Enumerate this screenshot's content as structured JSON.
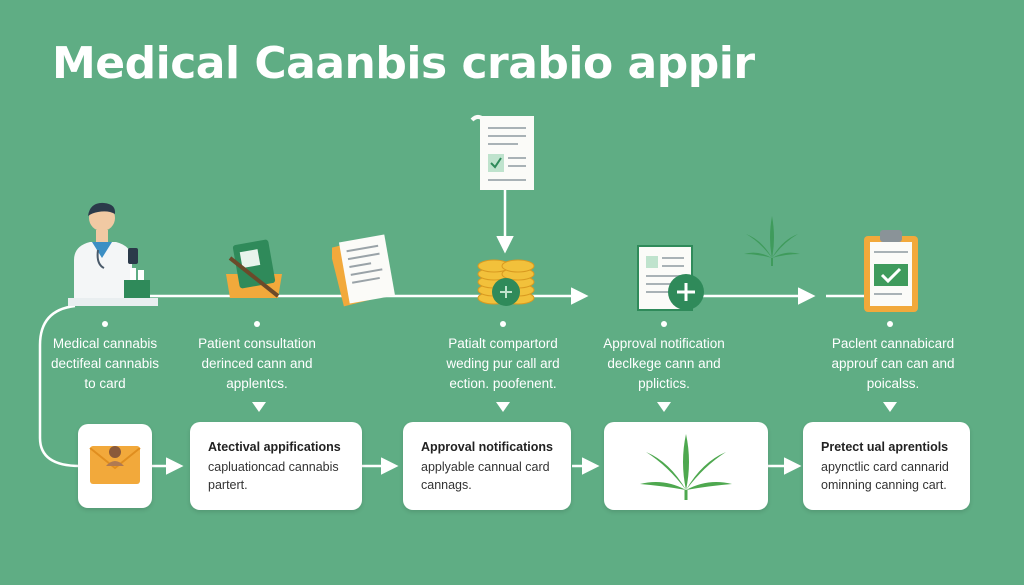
{
  "title": "Medical Caanbis crabio appir",
  "top_labels": [
    {
      "lines": [
        "Medical cannabis",
        "dectifeal cannabis",
        "to card"
      ]
    },
    {
      "lines": [
        "Patient consultation",
        "derinced cann and",
        "applentcs."
      ]
    },
    {
      "lines": [
        "Patialt compartord",
        "weding pur call ard",
        "ection. poofenent."
      ]
    },
    {
      "lines": [
        "Approval notification",
        "declkege cann and",
        "pplictics."
      ]
    },
    {
      "lines": [
        "Paclent cannabicard",
        "approuf can can and",
        "poicalss."
      ]
    }
  ],
  "cards": [
    {
      "title": "Atectival appifications",
      "lines": [
        "capluationcad cannabis",
        "partert."
      ]
    },
    {
      "title": "Approval notifications",
      "lines": [
        "applyable cannual card",
        "cannags."
      ]
    },
    {
      "title": "Pretect ual aprentiols",
      "lines": [
        "apynctlic card cannarid",
        "ominning canning cart."
      ]
    }
  ],
  "icons": [
    "doctor-icon",
    "clipboard-box-icon",
    "document-icon",
    "document-top-icon",
    "coins-icon",
    "approval-notification-icon",
    "cannabis-leaf-icon",
    "approved-clipboard-icon",
    "envelope-icon",
    "cannabis-card-leaf-icon"
  ],
  "colors": {
    "background": "#5fad84",
    "accent": "#f2a93b",
    "icon_green": "#2f8a5a"
  }
}
